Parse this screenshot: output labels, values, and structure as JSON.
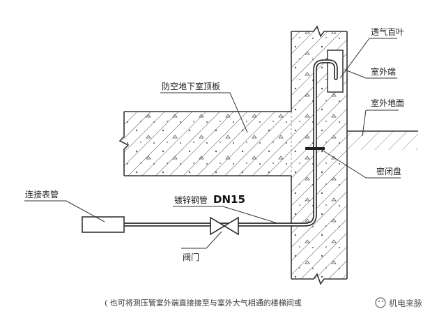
{
  "labels": {
    "vent_louver": "透气百叶",
    "outdoor_end": "室外端",
    "outdoor_ground": "室外地面",
    "air_defense_roof": "防空地下室顶板",
    "sealing_disc": "密闭盘",
    "connect_gauge": "连接表管",
    "pipe_name": "镀锌钢管",
    "pipe_size": "DN15",
    "valve": "阀门"
  },
  "caption": "( 也可将测压管室外端直接接至与室外大气相通的楼梯间或",
  "watermark": "机电来脉",
  "colors": {
    "line": "#333333",
    "hatch": "#444444"
  }
}
